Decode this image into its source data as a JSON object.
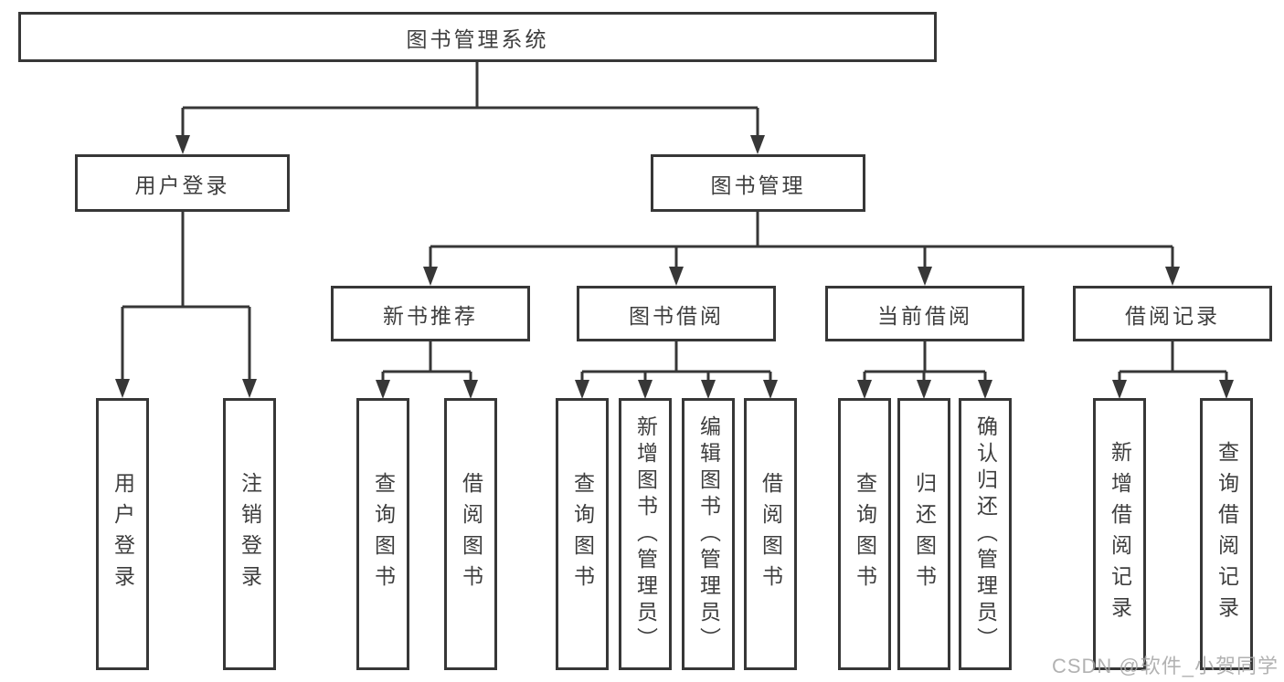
{
  "tree": {
    "label": "图书管理系统",
    "children": [
      {
        "label": "用户登录",
        "children": [
          {
            "label": "用户登录"
          },
          {
            "label": "注销登录"
          }
        ]
      },
      {
        "label": "图书管理",
        "children": [
          {
            "label": "新书推荐",
            "children": [
              {
                "label": "查询图书"
              },
              {
                "label": "借阅图书"
              }
            ]
          },
          {
            "label": "图书借阅",
            "children": [
              {
                "label": "查询图书"
              },
              {
                "label": "新增图书（管理员）"
              },
              {
                "label": "编辑图书（管理员）"
              },
              {
                "label": "借阅图书"
              }
            ]
          },
          {
            "label": "当前借阅",
            "children": [
              {
                "label": "查询图书"
              },
              {
                "label": "归还图书"
              },
              {
                "label": "确认归还（管理员）"
              }
            ]
          },
          {
            "label": "借阅记录",
            "children": [
              {
                "label": "新增借阅记录"
              },
              {
                "label": "查询借阅记录"
              }
            ]
          }
        ]
      }
    ]
  },
  "watermark": "CSDN @软件_小贺同学",
  "colors": {
    "line": "#373737",
    "text": "#3e3e3e",
    "watermark": "#a4a4a4",
    "background": "#ffffff"
  }
}
